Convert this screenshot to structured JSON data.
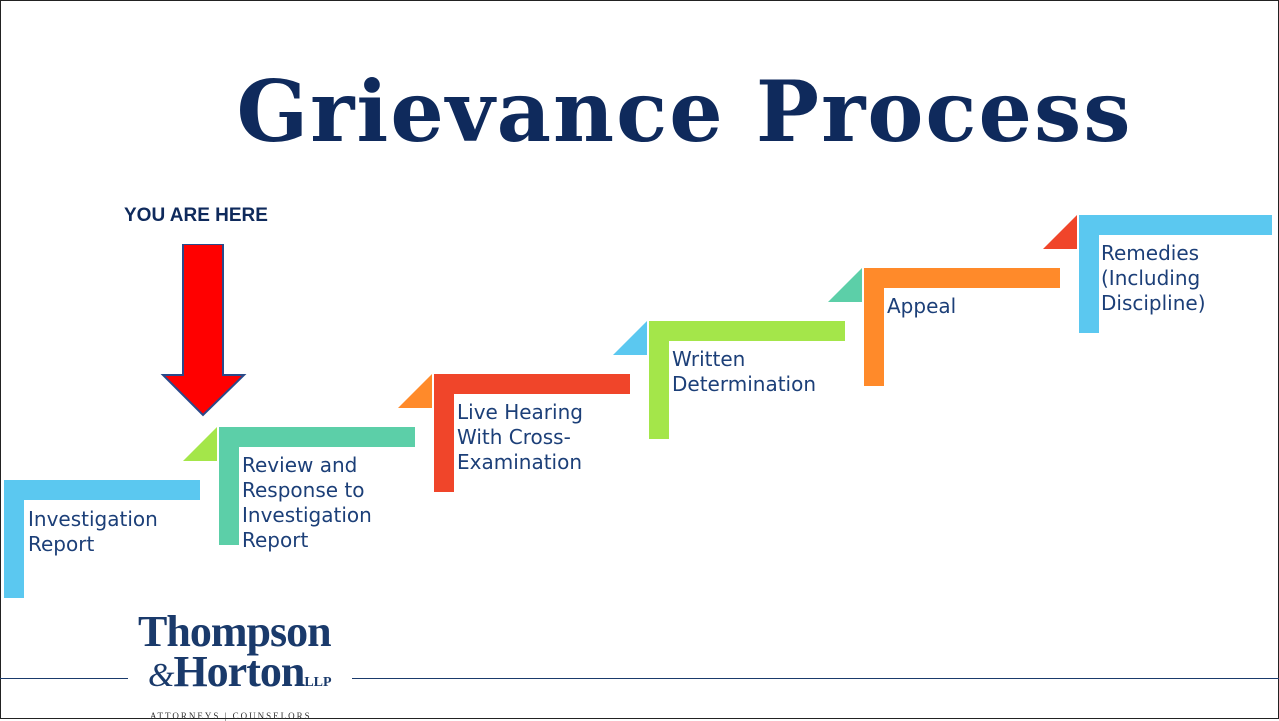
{
  "title": "Grievance Process",
  "pointer": {
    "label": "YOU ARE HERE",
    "color": "#ff0000"
  },
  "steps": [
    {
      "label": "Investigation\nReport",
      "color": "#5bc8f0"
    },
    {
      "label": "Review and\nResponse to\nInvestigation\nReport",
      "color": "#5ccfa8"
    },
    {
      "label": "Live Hearing\nWith Cross-\nExamination",
      "color": "#f0452a"
    },
    {
      "label": "Written\nDetermination",
      "color": "#a4e64a"
    },
    {
      "label": "Appeal",
      "color": "#ff8a2a"
    },
    {
      "label": "Remedies\n(Including\nDiscipline)",
      "color": "#5bc8f0"
    }
  ],
  "logo": {
    "line1": "Thompson",
    "amp": "&",
    "line2": "Horton",
    "llp": "LLP",
    "sub": "ATTORNEYS | COUNSELORS"
  }
}
